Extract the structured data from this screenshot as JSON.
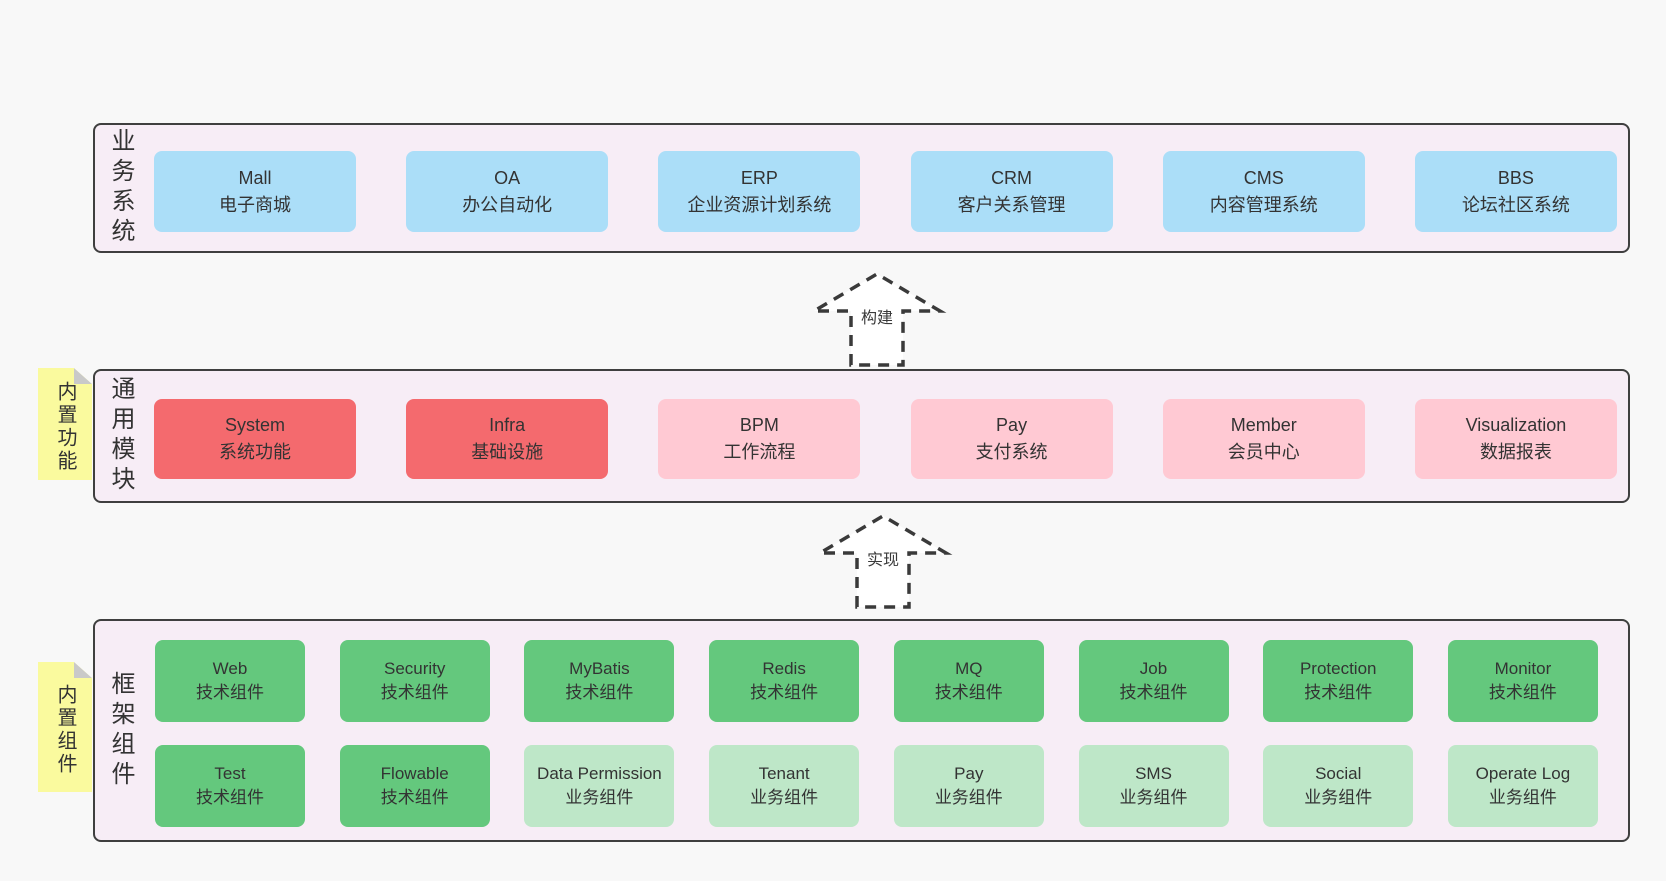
{
  "colors": {
    "page_bg": "#f8f8f8",
    "band_bg": "#f7edf6",
    "band_border": "#3f3f3f",
    "blue": "#abdef8",
    "red": "#f46a6e",
    "pink": "#ffc9d3",
    "green_dark": "#64c87d",
    "green_light": "#bee7c8",
    "sticky_yellow": "#fafa9e",
    "sticky_fold_gray": "#c9c9c9",
    "text": "#333333"
  },
  "business_band": {
    "side_label": "业务系统",
    "boxes": [
      {
        "en": "Mall",
        "zh": "电子商城",
        "tone": "blue"
      },
      {
        "en": "OA",
        "zh": "办公自动化",
        "tone": "blue"
      },
      {
        "en": "ERP",
        "zh": "企业资源计划系统",
        "tone": "blue"
      },
      {
        "en": "CRM",
        "zh": "客户关系管理",
        "tone": "blue"
      },
      {
        "en": "CMS",
        "zh": "内容管理系统",
        "tone": "blue"
      },
      {
        "en": "BBS",
        "zh": "论坛社区系统",
        "tone": "blue"
      }
    ]
  },
  "modules_band": {
    "sticky": "内置功能",
    "side_label": "通用模块",
    "boxes": [
      {
        "en": "System",
        "zh": "系统功能",
        "tone": "red"
      },
      {
        "en": "Infra",
        "zh": "基础设施",
        "tone": "red"
      },
      {
        "en": "BPM",
        "zh": "工作流程",
        "tone": "pink"
      },
      {
        "en": "Pay",
        "zh": "支付系统",
        "tone": "pink"
      },
      {
        "en": "Member",
        "zh": "会员中心",
        "tone": "pink"
      },
      {
        "en": "Visualization",
        "zh": "数据报表",
        "tone": "pink"
      }
    ]
  },
  "components_band": {
    "sticky": "内置组件",
    "side_label": "框架组件",
    "row1": [
      {
        "en": "Web",
        "zh": "技术组件",
        "tone": "green_dark"
      },
      {
        "en": "Security",
        "zh": "技术组件",
        "tone": "green_dark"
      },
      {
        "en": "MyBatis",
        "zh": "技术组件",
        "tone": "green_dark"
      },
      {
        "en": "Redis",
        "zh": "技术组件",
        "tone": "green_dark"
      },
      {
        "en": "MQ",
        "zh": "技术组件",
        "tone": "green_dark"
      },
      {
        "en": "Job",
        "zh": "技术组件",
        "tone": "green_dark"
      },
      {
        "en": "Protection",
        "zh": "技术组件",
        "tone": "green_dark"
      },
      {
        "en": "Monitor",
        "zh": "技术组件",
        "tone": "green_dark"
      }
    ],
    "row2": [
      {
        "en": "Test",
        "zh": "技术组件",
        "tone": "green_dark"
      },
      {
        "en": "Flowable",
        "zh": "技术组件",
        "tone": "green_dark"
      },
      {
        "en": "Data Permission",
        "zh": "业务组件",
        "tone": "green_light"
      },
      {
        "en": "Tenant",
        "zh": "业务组件",
        "tone": "green_light"
      },
      {
        "en": "Pay",
        "zh": "业务组件",
        "tone": "green_light"
      },
      {
        "en": "SMS",
        "zh": "业务组件",
        "tone": "green_light"
      },
      {
        "en": "Social",
        "zh": "业务组件",
        "tone": "green_light"
      },
      {
        "en": "Operate Log",
        "zh": "业务组件",
        "tone": "green_light"
      }
    ]
  },
  "arrows": {
    "build": "构建",
    "implement": "实现"
  }
}
